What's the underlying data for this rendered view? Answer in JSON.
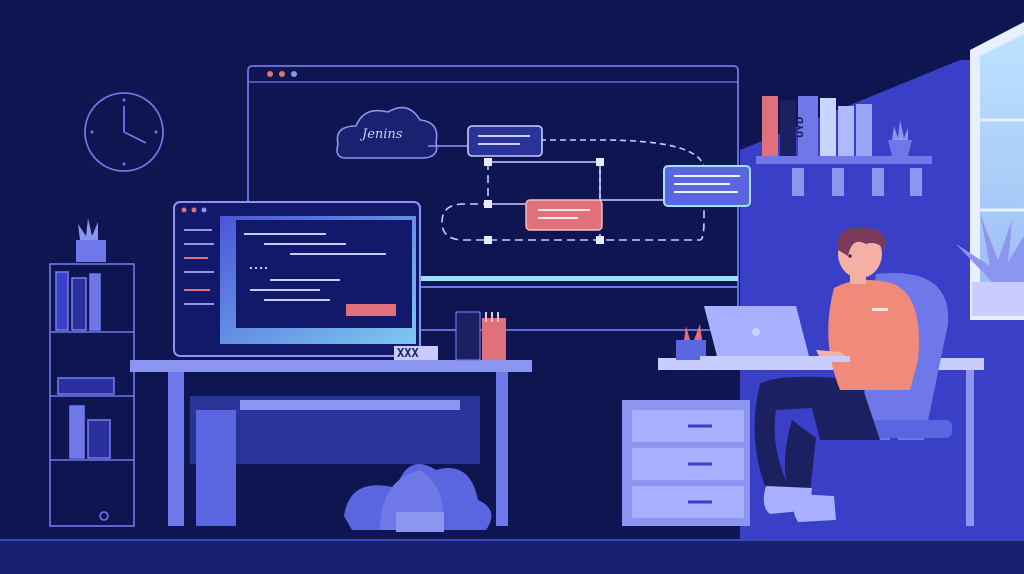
{
  "scene": {
    "cloud_label": "Jenins",
    "book_spine_1": "UYD",
    "desk_sign": "XXX"
  },
  "colors": {
    "background": "#0f1550",
    "wall_right": "#3b3fc9",
    "floor": "#1a1f6e",
    "line": "#6f78e8",
    "desk": "#8c95f0",
    "accent_red": "#e0707a",
    "accent_cyan": "#9fe0ff",
    "person_shirt": "#f08a7a",
    "person_hair": "#7a3a5a"
  }
}
